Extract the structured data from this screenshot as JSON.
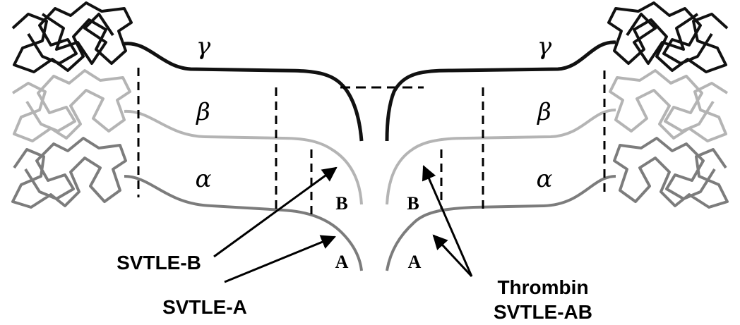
{
  "colors": {
    "gamma": "#111111",
    "beta": "#b4b4b4",
    "alpha": "#7c7c7c",
    "arrow": "#000000",
    "background": "#ffffff"
  },
  "labels": {
    "gamma_left": "γ",
    "gamma_right": "γ",
    "beta_left": "β",
    "beta_right": "β",
    "alpha_left": "α",
    "alpha_right": "α",
    "chain_b_left": "B",
    "chain_a_left": "A",
    "chain_b_right": "B",
    "chain_a_right": "A"
  },
  "callouts": {
    "svtle_b": "SVTLE-B",
    "svtle_a": "SVTLE-A",
    "thrombin": "Thrombin",
    "svtle_ab": "SVTLE-AB"
  }
}
